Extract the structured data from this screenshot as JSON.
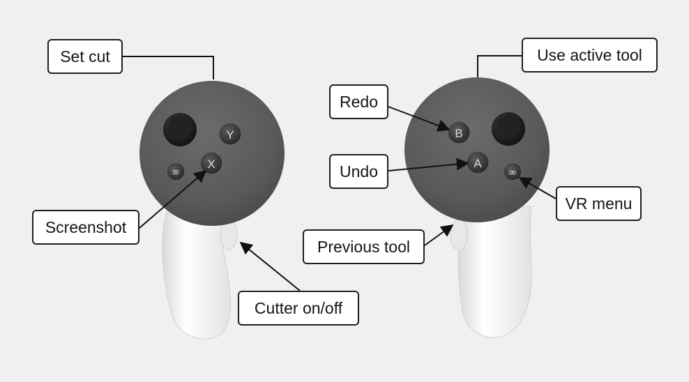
{
  "labels": {
    "set_cut": "Set cut",
    "screenshot": "Screenshot",
    "cutter_on_off": "Cutter on/off",
    "redo": "Redo",
    "undo": "Undo",
    "previous_tool": "Previous tool",
    "use_active_tool": "Use active tool",
    "vr_menu": "VR menu"
  },
  "buttons": {
    "y": "Y",
    "x": "X",
    "b": "B",
    "a": "A",
    "menu_glyph": "≡",
    "meta_glyph": "∞"
  },
  "colors": {
    "background": "#f0f0f0",
    "controller_head": "#5f5d5f",
    "controller_body": "#f3f3f3",
    "label_border": "#1e1e1e",
    "arrow": "#111111"
  }
}
